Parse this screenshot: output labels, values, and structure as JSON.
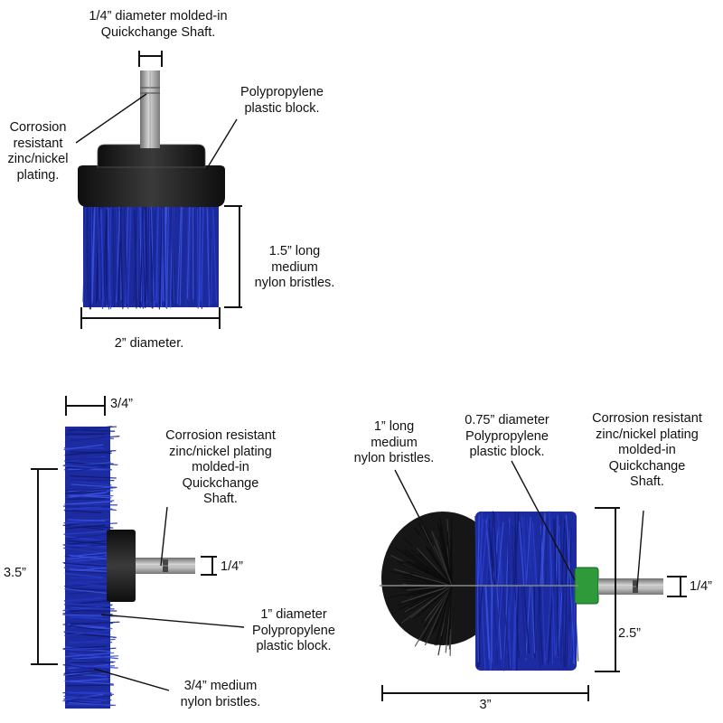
{
  "colors": {
    "bristle_blue": "#1f2fa6",
    "bristle_black": "#141414",
    "block_black": "#1c1c1c",
    "collar_green": "#2f9a3a",
    "shaft_steel": "#a9a9a9",
    "line": "#111111"
  },
  "top_brush": {
    "shaft_label": "1/4” diameter molded-in\nQuickchange Shaft.",
    "plating_label": "Corrosion\nresistant\nzinc/nickel\nplating.",
    "block_label": "Polypropylene\nplastic block.",
    "bristle_label": "1.5” long\nmedium\nnylon bristles.",
    "diameter_label": "2” diameter."
  },
  "left_brush": {
    "width_label": "3/4”",
    "plating_label": "Corrosion resistant\nzinc/nickel plating\nmolded-in\nQuickchange\nShaft.",
    "height_label": "3.5”",
    "shaft_label": "1/4”",
    "block_label": "1” diameter\nPolypropylene\nplastic block.",
    "bristle_label": "3/4” medium\nnylon bristles."
  },
  "right_brush": {
    "bristle_label": "1” long\nmedium\nnylon bristles.",
    "block_label": "0.75” diameter\nPolypropylene\nplastic block.",
    "plating_label": "Corrosion resistant\nzinc/nickel plating\nmolded-in\nQuickchange\nShaft.",
    "shaft_label": "1/4”",
    "height_label": "2.5”",
    "length_label": "3”"
  }
}
